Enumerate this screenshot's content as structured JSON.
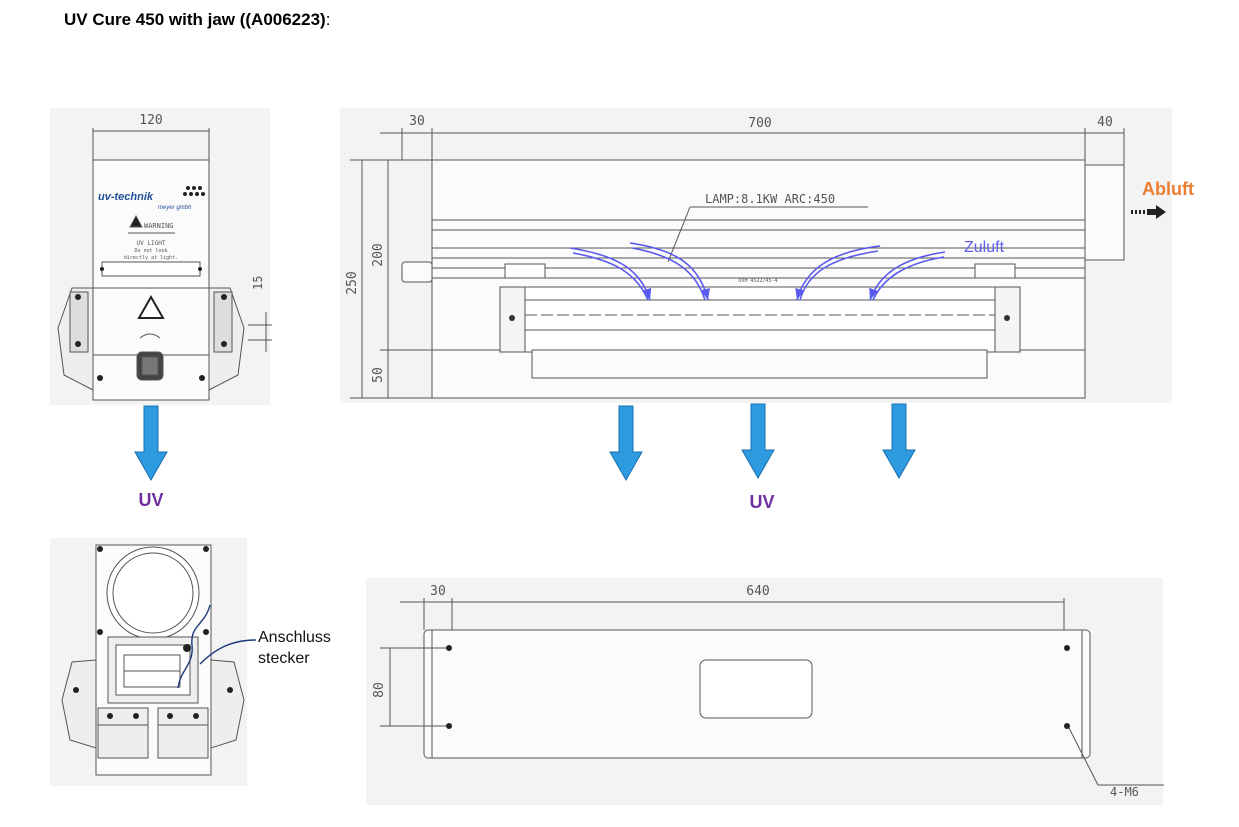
{
  "title": {
    "text": "UV Cure 450 with jaw ((A006223)",
    "suffix": ":"
  },
  "colors": {
    "uv_label": "#7030a0",
    "arrow_fill": "#2e9ae0",
    "abluft": "#ed7d31",
    "zuluft": "#6060f0",
    "line": "#555555",
    "panel_bg": "#f3f3f3"
  },
  "front_view": {
    "dim_width": "120",
    "dim_side": "15",
    "brand": "uv-technik",
    "brand_sub": "meyer gmbh",
    "warning": "WARNING",
    "warning_line1": "UV LIGHT",
    "warning_line2": "Do not look",
    "warning_line3": "directly at light."
  },
  "side_view": {
    "dim_left": "30",
    "dim_length": "700",
    "dim_right": "40",
    "dim_height": "250",
    "dim_upper": "200",
    "dim_lower": "50",
    "lamp_label": "LAMP:8.1KW  ARC:450",
    "lamp_small": "UVH 4522/45-4",
    "abluft": "Abluft",
    "zuluft": "Zuluft"
  },
  "uv_labels": {
    "left": "UV",
    "right": "UV"
  },
  "back_view": {
    "connector_line1": "Anschluss",
    "connector_line2": "stecker"
  },
  "bottom_view": {
    "dim_left": "30",
    "dim_length": "640",
    "dim_height": "80",
    "holes": "4-M6"
  }
}
